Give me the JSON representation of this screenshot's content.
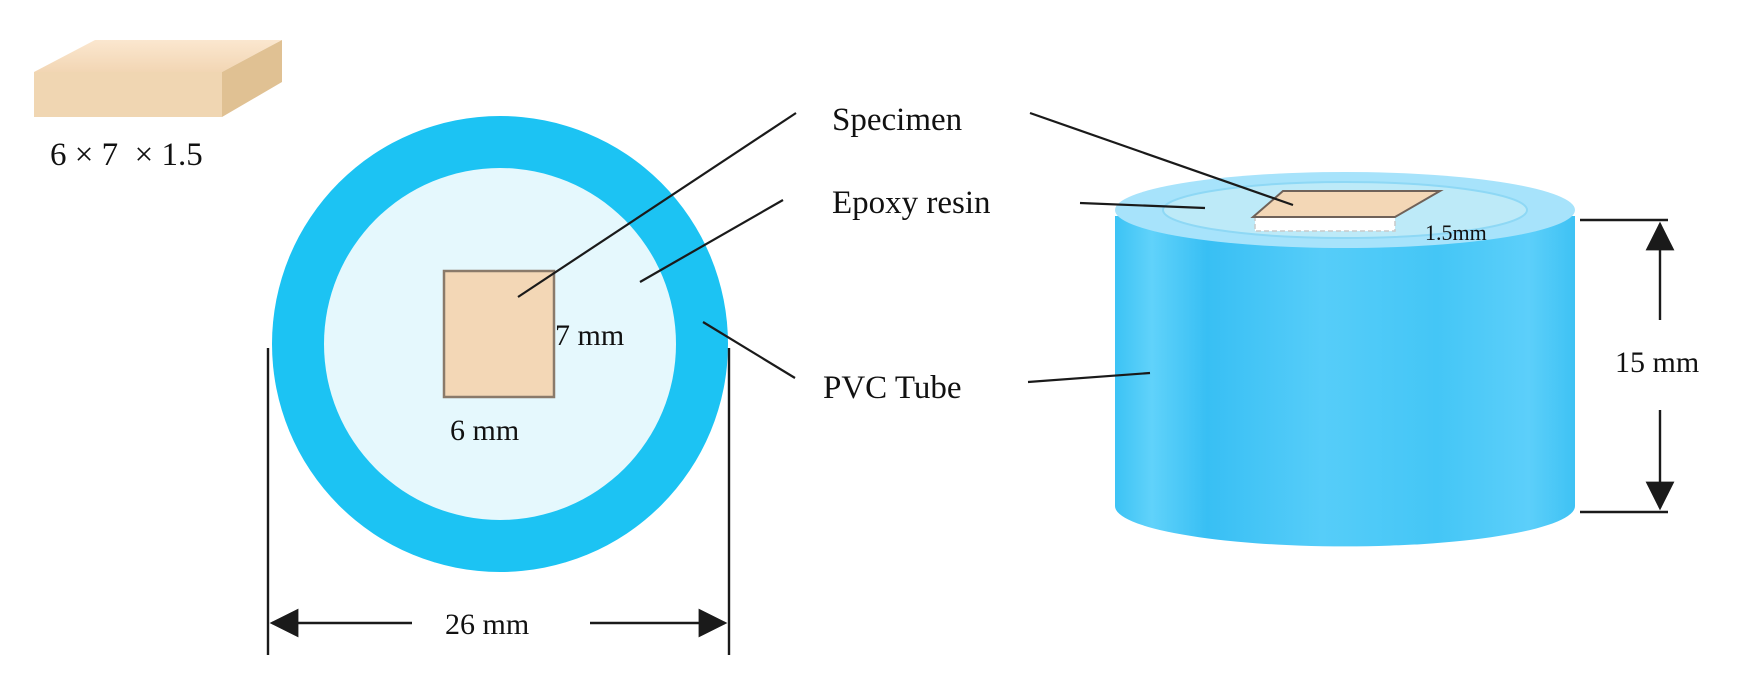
{
  "diagram": {
    "dimension_note": "6 × 7  × 1.5",
    "labels": {
      "specimen": "Specimen",
      "epoxy_resin": "Epoxy resin",
      "pvc_tube": "PVC Tube"
    },
    "dimensions": {
      "specimen_height": "7 mm",
      "specimen_width": "6 mm",
      "tube_diameter": "26 mm",
      "specimen_thickness": "1.5mm",
      "tube_height": "15 mm"
    },
    "colors": {
      "specimen_fill": "#f3d7b6",
      "specimen_edge": "#8a7a6a",
      "tube_ring": "#1cc3f3",
      "epoxy_fill": "#e5f8fd",
      "cylinder_body": "#47c8f7",
      "cylinder_top": "#9adffb"
    }
  }
}
